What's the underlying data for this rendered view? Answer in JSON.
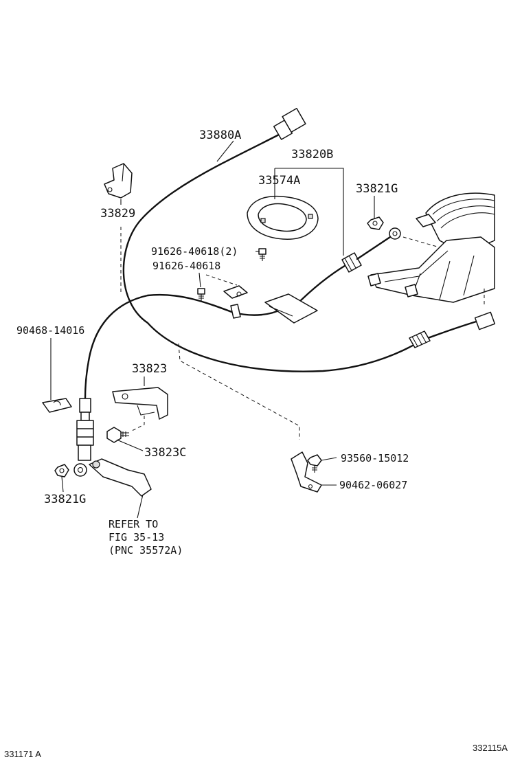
{
  "callouts": {
    "cable_33880a": "33880A",
    "assy_33820b": "33820B",
    "plate_33574a": "33574A",
    "nut_33821g_top": "33821G",
    "bracket_33829": "33829",
    "bolt_91626_2": "91626-40618(2)",
    "bolt_91626": "91626-40618",
    "clip_90468": "90468-14016",
    "bracket_33823": "33823",
    "bolt_33823c": "33823C",
    "nut_33821g_bottom": "33821G",
    "screw_93560": "93560-15012",
    "clip_90462": "90462-06027"
  },
  "reference_note": {
    "line1": "REFER TO",
    "line2": "FIG 35-13",
    "line3": "(PNC 35572A)"
  },
  "footer": {
    "left_code": "331171 A",
    "right_code": "332115A"
  }
}
